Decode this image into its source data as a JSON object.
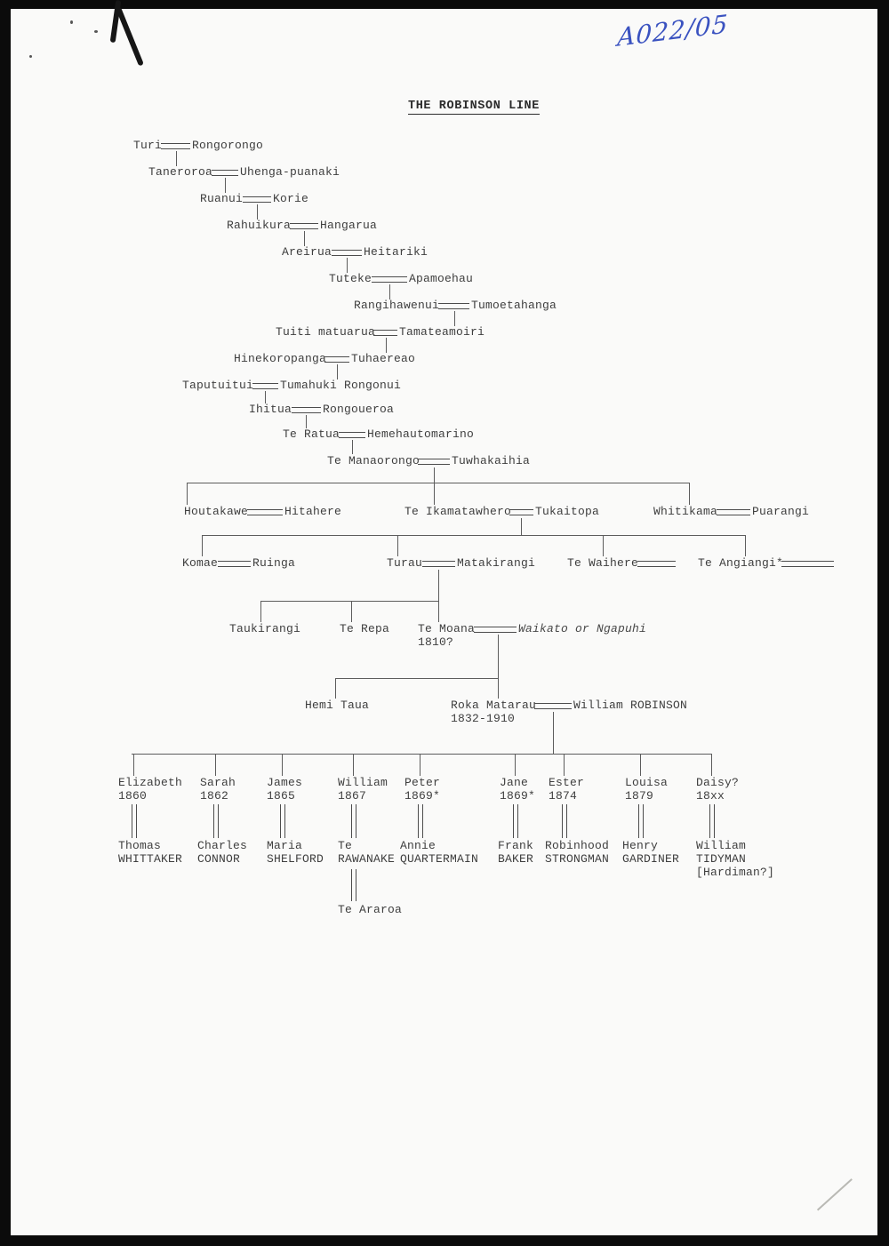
{
  "document": {
    "reference_code": "A022/05",
    "title": "THE ROBINSON LINE"
  },
  "tree": {
    "chain": [
      {
        "person": "Turi",
        "spouse": "Rongorongo"
      },
      {
        "person": "Taneroroa",
        "spouse": "Uhenga-puanaki"
      },
      {
        "person": "Ruanui",
        "spouse": "Korie"
      },
      {
        "person": "Rahuikura",
        "spouse": "Hangarua"
      },
      {
        "person": "Areirua",
        "spouse": "Heitariki"
      },
      {
        "person": "Tuteke",
        "spouse": "Apamoehau"
      },
      {
        "person": "Rangihawenui",
        "spouse": "Tumoetahanga"
      },
      {
        "person": "Tuiti matuarua",
        "spouse": "Tamateamoiri"
      },
      {
        "person": "Hinekoropanga",
        "spouse": "Tuhaereao"
      },
      {
        "person": "Taputuitui",
        "spouse": "Tumahuki Rongonui"
      },
      {
        "person": "Ihitua",
        "spouse": "Rongoueroa"
      },
      {
        "person": "Te Ratua",
        "spouse": "Hemehautomarino"
      },
      {
        "person": "Te Manaorongo",
        "spouse": "Tuwhakaihia"
      }
    ],
    "gen_a": [
      {
        "person": "Houtakawe",
        "spouse": "Hitahere"
      },
      {
        "person": "Te Ikamatawhero",
        "spouse": "Tukaitopa"
      },
      {
        "person": "Whitikama",
        "spouse": "Puarangi"
      }
    ],
    "gen_b": [
      {
        "person": "Komae",
        "spouse": "Ruinga"
      },
      {
        "person": "Turau",
        "spouse": "Matakirangi"
      },
      {
        "person": "Te Waihere",
        "spouse": ""
      },
      {
        "person": "Te Angiangi*",
        "spouse": ""
      }
    ],
    "gen_c": [
      {
        "person": "Taukirangi"
      },
      {
        "person": "Te Repa"
      },
      {
        "person": "Te Moana",
        "dates": "1810?",
        "spouse": "Waikato or Ngapuhi"
      }
    ],
    "gen_d": [
      {
        "person": "Hemi Taua"
      },
      {
        "person": "Roka Matarau",
        "dates": "1832-1910",
        "spouse": "William ROBINSON"
      }
    ],
    "children": [
      {
        "name": "Elizabeth",
        "year": "1860",
        "spouse1": "Thomas",
        "spouse2": "WHITTAKER"
      },
      {
        "name": "Sarah",
        "year": "1862",
        "spouse1": "Charles",
        "spouse2": "CONNOR"
      },
      {
        "name": "James",
        "year": "1865",
        "spouse1": "Maria",
        "spouse2": "SHELFORD"
      },
      {
        "name": "William",
        "year": "1867",
        "spouse1": "Te",
        "spouse2": "RAWANAKE"
      },
      {
        "name": "Peter",
        "year": "1869*",
        "spouse1": "Annie",
        "spouse2": "QUARTERMAIN"
      },
      {
        "name": "Jane",
        "year": "1869*",
        "spouse1": "Frank",
        "spouse2": "BAKER"
      },
      {
        "name": "Ester",
        "year": "1874",
        "spouse1": "Robinhood",
        "spouse2": "STRONGMAN"
      },
      {
        "name": "Louisa",
        "year": "1879",
        "spouse1": "Henry",
        "spouse2": "GARDINER"
      },
      {
        "name": "Daisy?",
        "year": "18xx",
        "spouse1": "William",
        "spouse2": "TIDYMAN",
        "spouse3": "[Hardiman?]"
      }
    ],
    "grandchild": "Te Araroa"
  }
}
